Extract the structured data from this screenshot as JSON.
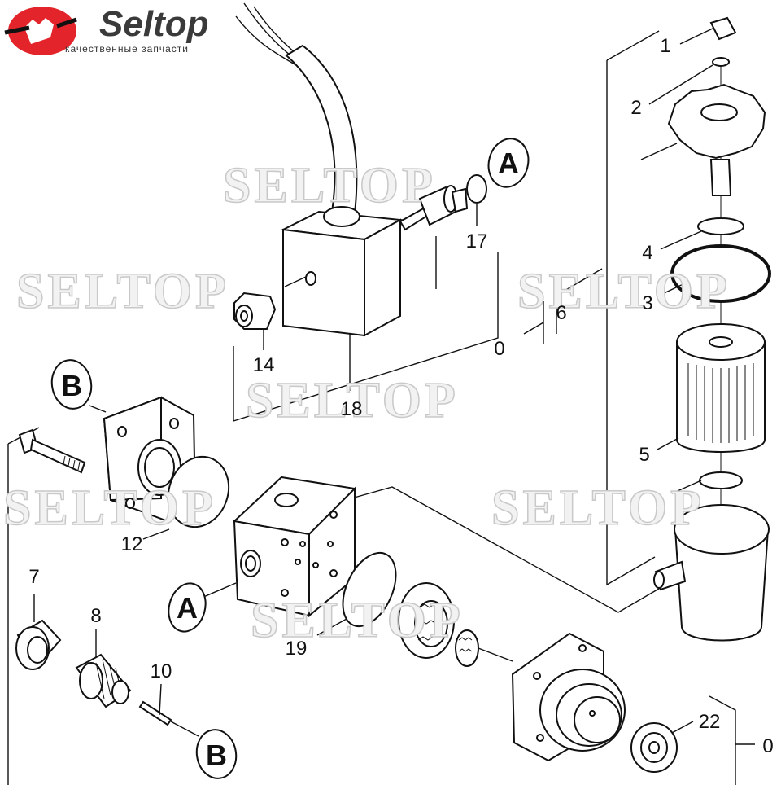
{
  "logo": {
    "brand": "Seltop",
    "tagline": "качественные запчасти"
  },
  "watermark": "SELTOP",
  "callouts": {
    "a_top": "A",
    "a_mid": "A",
    "b_top": "B",
    "b_bottom": "B"
  },
  "part_labels": {
    "p1": "1",
    "p2": "2",
    "p3": "3",
    "p4": "4",
    "p5": "5",
    "p6": "6",
    "p0_mid": "0",
    "p7": "7",
    "p8": "8",
    "p10": "10",
    "p12": "12",
    "p14": "14",
    "p17": "17",
    "p18": "18",
    "p19": "19",
    "p22": "22",
    "p0_bottom": "0"
  },
  "colors": {
    "logo_red": "#e3242b",
    "line": "#111111",
    "watermark_fill": "#f2f2f2"
  }
}
